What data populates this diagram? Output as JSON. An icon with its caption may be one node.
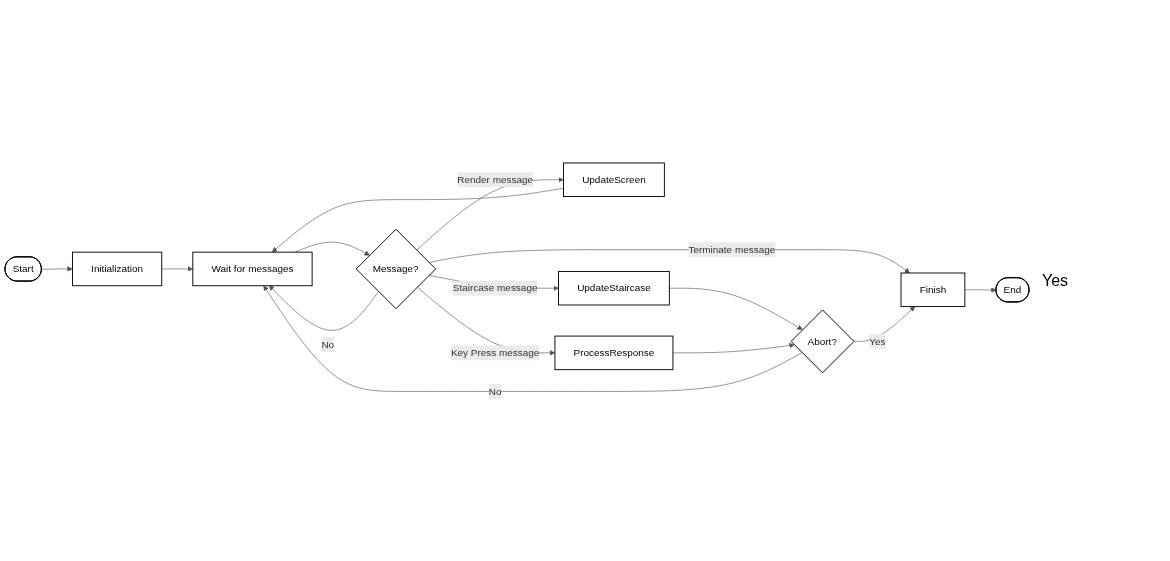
{
  "diagram": {
    "nodes": [
      {
        "text": [
          "Start"
        ]
      },
      {
        "text": [
          "Initialization"
        ]
      },
      {
        "text": [
          "Wait for messages"
        ]
      },
      {
        "text": [
          "Message?"
        ]
      },
      {
        "text": [
          "UpdateScreen"
        ]
      },
      {
        "text": [
          "UpdateStaircase"
        ]
      },
      {
        "text": [
          "ProcessResponse"
        ]
      },
      {
        "text": [
          "Abort?"
        ]
      },
      {
        "text": [
          "Finish"
        ]
      },
      {
        "text": [
          "End"
        ]
      }
    ],
    "edges": [
      {
        "from": 0,
        "to": 1,
        "arrow": "to"
      },
      {
        "from": 1,
        "to": 2,
        "arrow": "to"
      },
      {
        "from": 2,
        "to": 3,
        "arrow": "to"
      },
      {
        "from": 3,
        "to": 2,
        "arrow": "to",
        "label": "No"
      },
      {
        "from": 3,
        "to": 4,
        "arrow": "to",
        "label": "Render message"
      },
      {
        "from": 3,
        "to": 5,
        "arrow": "to",
        "label": "Staircase message"
      },
      {
        "from": 3,
        "to": 6,
        "arrow": "to",
        "label": "Key Press message"
      },
      {
        "from": 3,
        "to": 8,
        "arrow": "to",
        "label": "Terminate message"
      },
      {
        "from": 4,
        "to": 2,
        "arrow": "to"
      },
      {
        "from": 5,
        "to": 7,
        "arrow": "to"
      },
      {
        "from": 6,
        "to": 7,
        "arrow": "to"
      },
      {
        "from": 7,
        "to": 2,
        "arrow": "to",
        "label": "No"
      },
      {
        "from": 7,
        "to": 8,
        "arrow": "to",
        "label": "Yes"
      },
      {
        "from": 8,
        "to": 9,
        "arrow": "to"
      }
    ],
    "labels": [
      "Yes"
    ]
  }
}
